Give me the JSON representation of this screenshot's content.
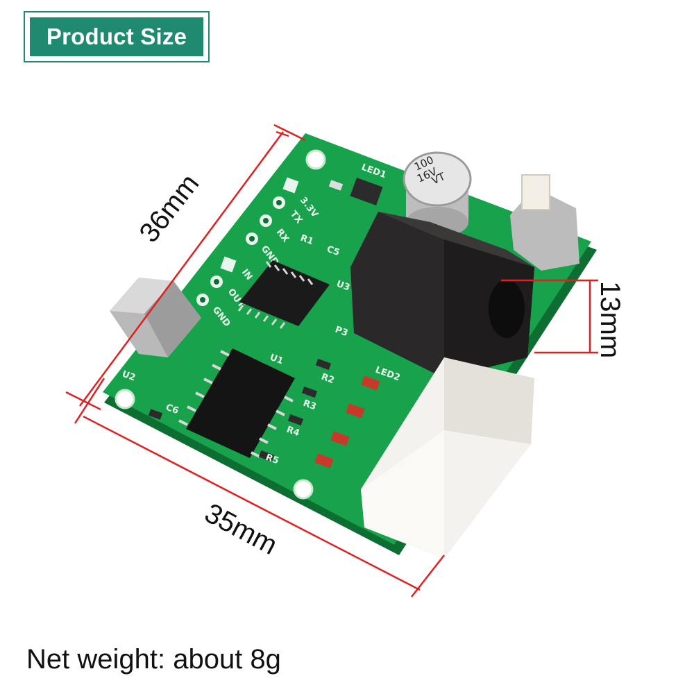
{
  "header": {
    "badge_text": "Product Size"
  },
  "dimensions": {
    "height_label": "36mm",
    "width_label": "35mm",
    "jack_label": "13mm"
  },
  "footer": {
    "weight_text": "Net weight: about 8g"
  },
  "board_silkscreen": {
    "pins": [
      "3.3V",
      "TX",
      "RX",
      "GND",
      "IN",
      "OUT",
      "GND"
    ],
    "refs": [
      "LED1",
      "R1",
      "C5",
      "U3",
      "P3",
      "U1",
      "U2",
      "C6",
      "R2",
      "R3",
      "R4",
      "R5",
      "LED2"
    ],
    "capacitor_marking": [
      "100",
      "16V",
      "VT"
    ]
  },
  "colors": {
    "badge": "#1f8a6f",
    "pcb": "#15a04a",
    "dimension_lines": "#e02020"
  }
}
